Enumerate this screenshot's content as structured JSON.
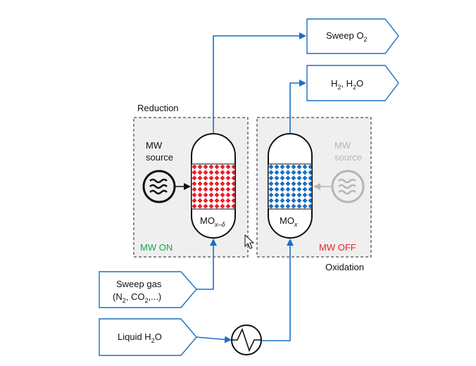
{
  "reduction": {
    "title": "Reduction",
    "mw_source_line1": "MW",
    "mw_source_line2": "source",
    "status": "MW ON",
    "status_color": "#1aa648",
    "reactor_label": "MO",
    "reactor_sub": "x–δ",
    "bed_color": "#e8202a"
  },
  "oxidation": {
    "title": "Oxidation",
    "mw_source_line1": "MW",
    "mw_source_line2": "source",
    "status": "MW OFF",
    "status_color": "#e8202a",
    "reactor_label": "MO",
    "reactor_sub": "x",
    "bed_color": "#1a6fc4"
  },
  "outputs": {
    "sweep_o2_main": "Sweep O",
    "sweep_o2_sub": "2",
    "h2_pre": "H",
    "h2_sub1": "2",
    "h2_mid": ", H",
    "h2_sub2": "2",
    "h2_post": "O"
  },
  "inputs": {
    "sweep_gas_line1": "Sweep gas",
    "sweep_gas_l2_a": "(N",
    "sweep_gas_l2_sub1": "2",
    "sweep_gas_l2_b": ", CO",
    "sweep_gas_l2_sub2": "2",
    "sweep_gas_l2_c": ",...)",
    "water_pre": "Liquid H",
    "water_sub": "2",
    "water_post": "O"
  },
  "colors": {
    "flow_line": "#1a6fc4",
    "box_border": "#1a6fc4",
    "inactive_source": "#b5b5b5",
    "panel_fill": "#efefef"
  },
  "icons": [
    "mw-source-icon",
    "heat-exchanger-icon",
    "cursor-arrow-icon"
  ]
}
